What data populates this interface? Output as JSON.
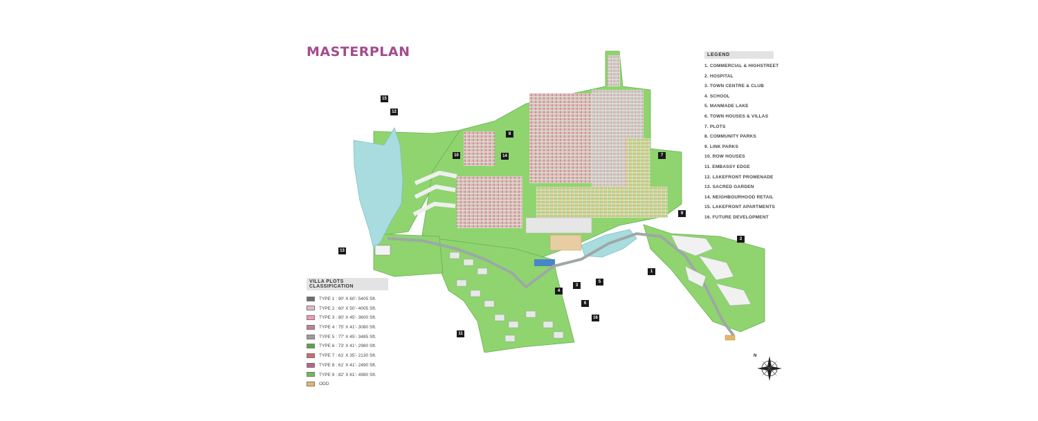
{
  "title": "MASTERPLAN",
  "colors": {
    "title": "#a34b8e",
    "land": "#8fd46f",
    "land_dark": "#5fb34a",
    "water": "#a9dcdf",
    "road": "#9ea8a6"
  },
  "legend": {
    "heading": "LEGEND",
    "items": [
      "1. COMMERCIAL & HIGHSTREET",
      "2. HOSPITAL",
      "3. TOWN CENTRE & CLUB",
      "4. SCHOOL",
      "5. MANMADE LAKE",
      "6. TOWN HOUSES & VILLAS",
      "7. PLOTS",
      "8. COMMUNITY PARKS",
      "9. LINK PARKS",
      "10. ROW HOUSES",
      "11. EMBASSY EDGE",
      "12. LAKEFRONT PROMENADE",
      "13. SACRED GARDEN",
      "14. NEIGHBOURHOOD RETAIL",
      "15. LAKEFRONT APARTMENTS",
      "16. FUTURE DEVELOPMENT"
    ]
  },
  "villa_plots": {
    "heading": "VILLA PLOTS CLASSIFICATION",
    "items": [
      {
        "label": "TYPE 1 : 90' X 60'- 5405 Sft.",
        "color": "#6e6e6e"
      },
      {
        "label": "TYPE 2 : 60' X 50'- 4005 Sft.",
        "color": "#e7b8c4"
      },
      {
        "label": "TYPE 3 : 80' X 45'- 3600 Sft.",
        "color": "#f19bb4"
      },
      {
        "label": "TYPE 4 : 75' X 41'- 3080 Sft.",
        "color": "#c97c94"
      },
      {
        "label": "TYPE 5 : 77' X 45'- 3485 Sft.",
        "color": "#9d9d9d"
      },
      {
        "label": "TYPE 6 : 73' X 41'- 2980 Sft.",
        "color": "#5aa64a"
      },
      {
        "label": "TYPE 7 : 61' X 35'- 2130 Sft.",
        "color": "#cf6b6b"
      },
      {
        "label": "TYPE 8 : 61' X 41'- 2490 Sft.",
        "color": "#c0608a"
      },
      {
        "label": "TYPE 9 : 82' X 61'- 4980 Sft.",
        "color": "#6dbb56"
      },
      {
        "label": "ODD",
        "color": "#e3b86a"
      }
    ]
  },
  "callouts": [
    "15",
    "12",
    "10",
    "14",
    "8",
    "7",
    "9",
    "13",
    "2",
    "1",
    "5",
    "3",
    "4",
    "6",
    "16",
    "11"
  ],
  "compass": {
    "label": "N"
  }
}
